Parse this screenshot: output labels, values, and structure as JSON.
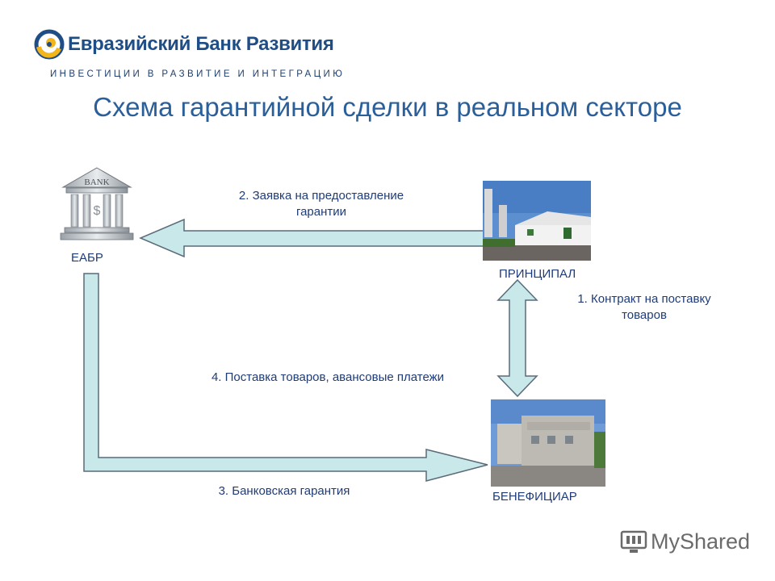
{
  "brand": {
    "name": "Евразийский Банк Развития",
    "tagline": "ИНВЕСТИЦИИ В РАЗВИТИЕ И ИНТЕГРАЦИЮ",
    "accent_color": "#1f4e86",
    "logo_colors": [
      "#1f4e86",
      "#f2b51c"
    ]
  },
  "title": "Схема гарантийной сделки в реальном секторе",
  "nodes": {
    "bank": {
      "label": "ЕАБР",
      "icon": "bank-building-icon",
      "icon_text": "BANK"
    },
    "principal": {
      "label": "ПРИНЦИПАЛ",
      "icon": "factory-photo"
    },
    "beneficiary": {
      "label": "БЕНЕФИЦИАР",
      "icon": "building-photo"
    }
  },
  "flows": {
    "step1_line1": "1. Контракт  на поставку",
    "step1_line2": "товаров",
    "step2_line1": "2. Заявка на предоставление",
    "step2_line2": "гарантии",
    "step3": "3. Банковская гарантия",
    "step4": "4. Поставка товаров, авансовые платежи"
  },
  "arrow_fill_color": "#c9e8ea",
  "watermark": "MyShared"
}
